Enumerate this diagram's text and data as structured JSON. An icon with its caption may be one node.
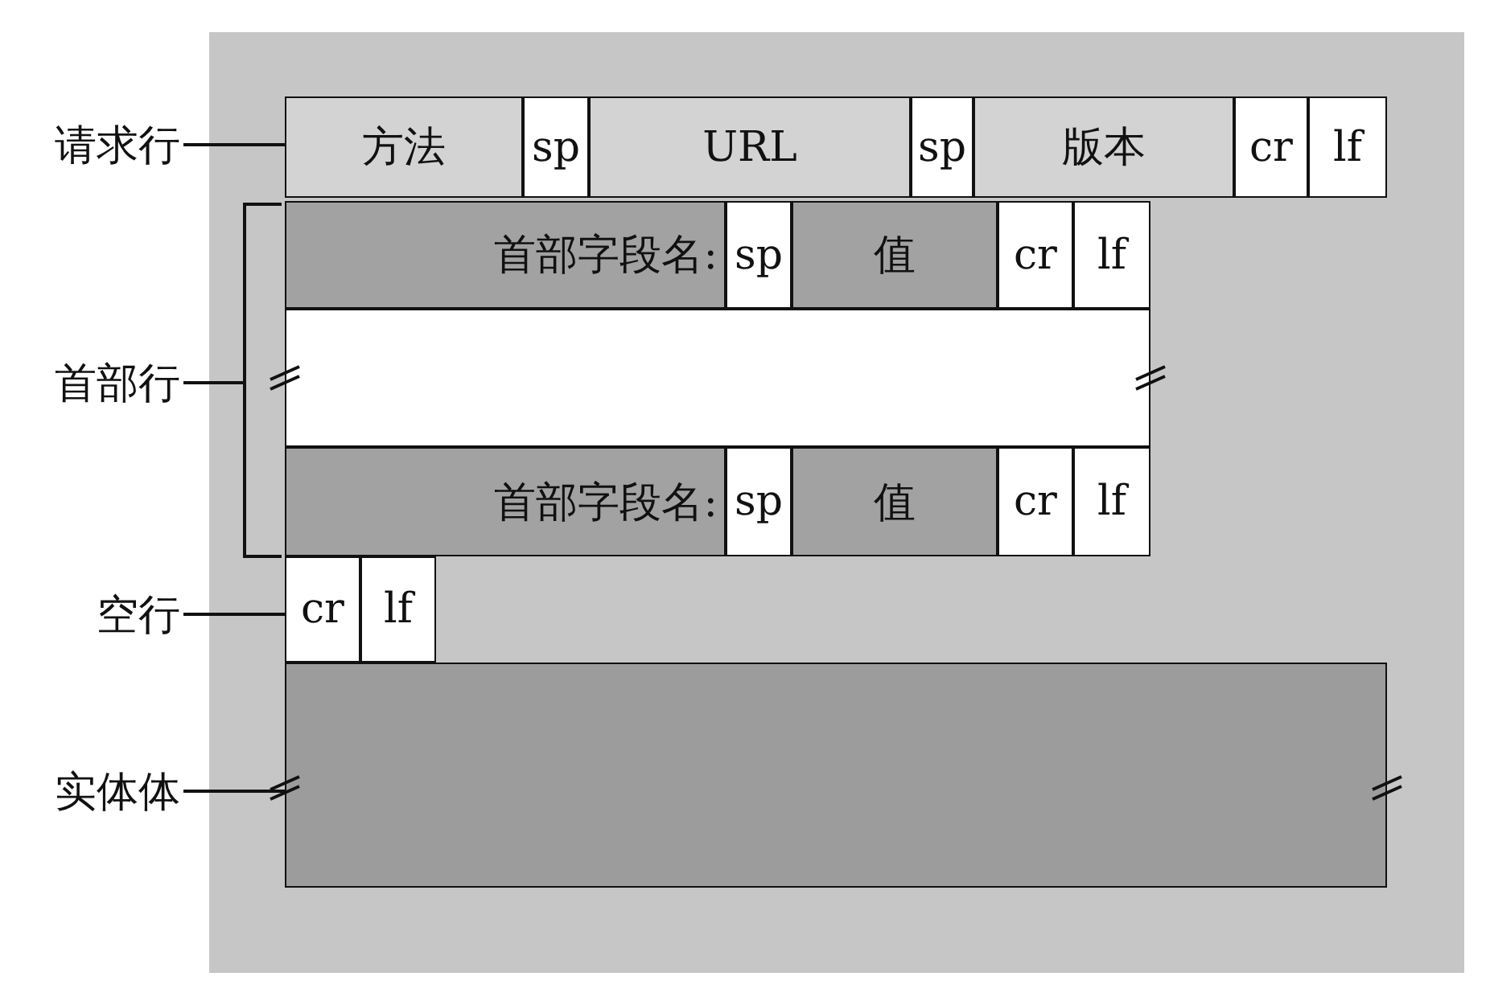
{
  "diagram": {
    "nodes": [
      {
        "text": [
          "请求行"
        ]
      },
      {
        "text": [
          "方法"
        ]
      },
      {
        "text": [
          "sp"
        ]
      },
      {
        "text": [
          "URL"
        ]
      },
      {
        "text": [
          "sp"
        ]
      },
      {
        "text": [
          "版本"
        ]
      },
      {
        "text": [
          "cr"
        ]
      },
      {
        "text": [
          "lf"
        ]
      },
      {
        "text": [
          "首部行"
        ]
      },
      {
        "text": [
          "首部字段名:"
        ]
      },
      {
        "text": [
          "sp"
        ]
      },
      {
        "text": [
          "值"
        ]
      },
      {
        "text": [
          "cr"
        ]
      },
      {
        "text": [
          "lf"
        ]
      },
      {
        "text": [],
        "shape": "box"
      },
      {
        "text": [
          "首部字段名:"
        ]
      },
      {
        "text": [
          "sp"
        ]
      },
      {
        "text": [
          "值"
        ]
      },
      {
        "text": [
          "cr"
        ]
      },
      {
        "text": [
          "lf"
        ]
      },
      {
        "text": [
          "空行"
        ]
      },
      {
        "text": [
          "cr"
        ]
      },
      {
        "text": [
          "lf"
        ]
      },
      {
        "text": [
          "实体体"
        ]
      },
      {
        "text": [],
        "shape": "box"
      },
      {
        "text": [],
        "shape": "bracket"
      }
    ],
    "edges": [
      {
        "from": 0,
        "to": 1,
        "arrow": "none"
      },
      {
        "from": 8,
        "to": 25,
        "arrow": "none"
      },
      {
        "from": 20,
        "to": 21,
        "arrow": "none"
      },
      {
        "from": 23,
        "to": 24,
        "arrow": "none"
      }
    ]
  }
}
